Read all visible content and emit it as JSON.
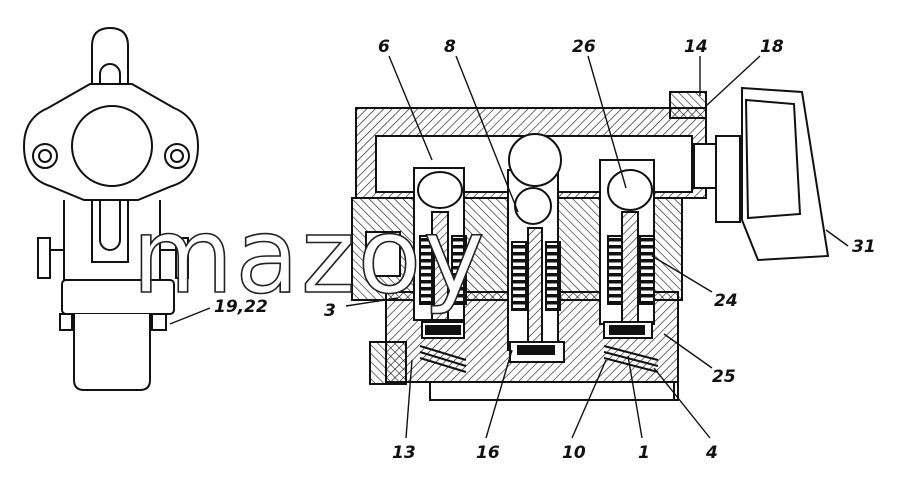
{
  "watermark": "mazoy",
  "part_labels": [
    "6",
    "8",
    "26",
    "14",
    "18",
    "31",
    "19,22",
    "3",
    "24",
    "25",
    "13",
    "16",
    "10",
    "1",
    "4"
  ],
  "colors": {
    "line": "#111111",
    "background": "#ffffff"
  }
}
